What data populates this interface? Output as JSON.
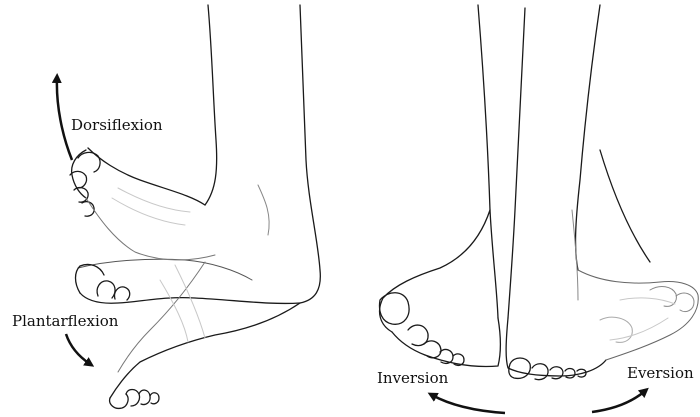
{
  "labels": {
    "dorsiflexion": "Dorsiflexion",
    "plantarflexion": "Plantarflexion",
    "inversion": "Inversion",
    "eversion": "Eversion"
  },
  "colors": {
    "line": "#1a1a1a",
    "faint": "#bdbdbd",
    "arrow": "#111111"
  }
}
